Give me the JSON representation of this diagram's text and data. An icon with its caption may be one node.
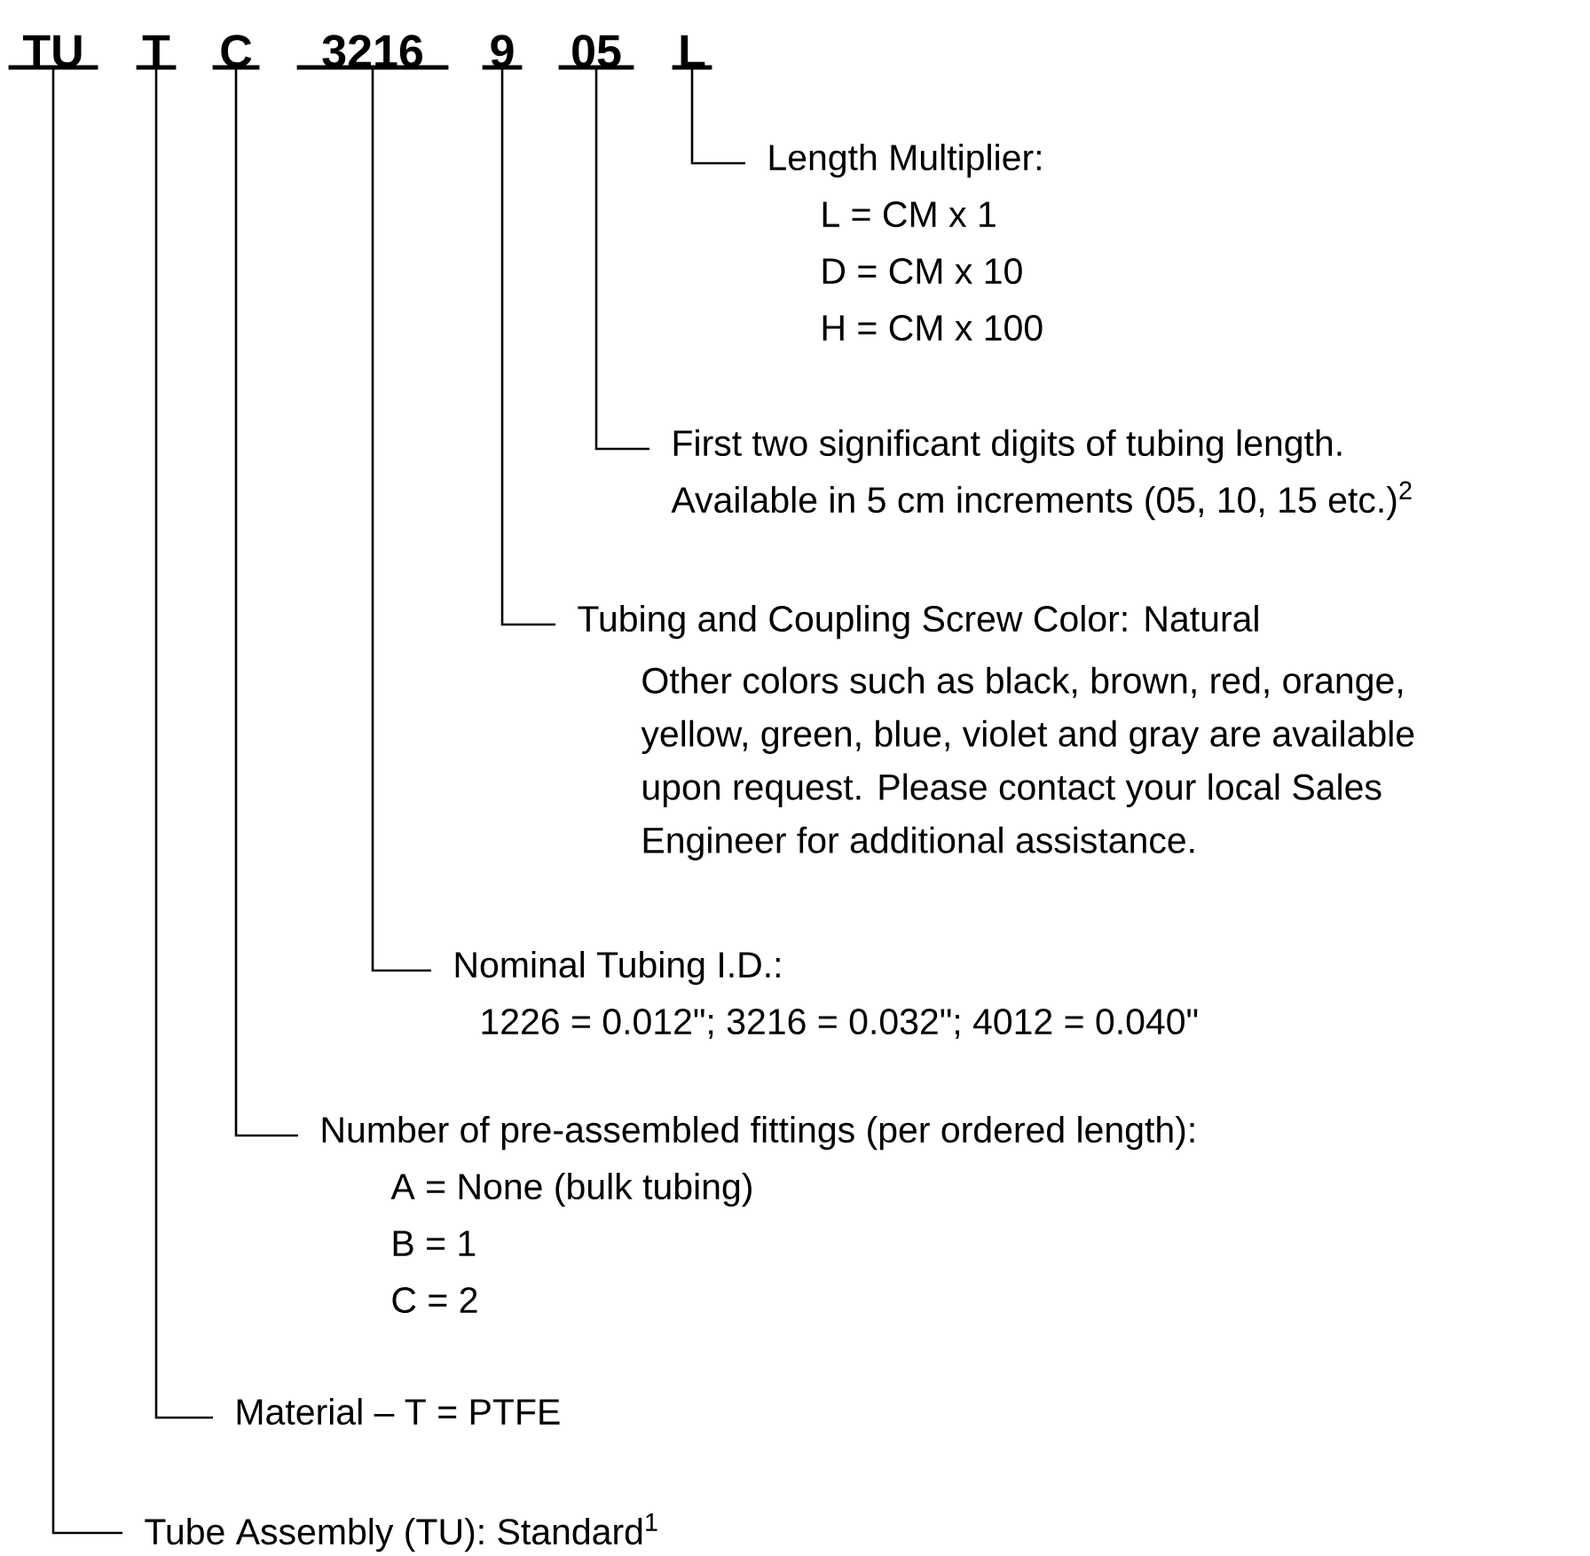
{
  "diagram": {
    "nodes": [
      {
        "text": [
          "TU"
        ]
      },
      {
        "text": [
          "T"
        ]
      },
      {
        "text": [
          "C"
        ]
      },
      {
        "text": [
          "3216"
        ]
      },
      {
        "text": [
          "9"
        ]
      },
      {
        "text": [
          "05"
        ]
      },
      {
        "text": [
          "L"
        ]
      },
      {
        "text": [
          "Length Multiplier:",
          "L = CM x 1",
          "D = CM x 10",
          "H = CM x 100"
        ]
      },
      {
        "text": [
          "First two significant digits of tubing length.",
          "Available in 5 cm increments (05, 10, 15 etc.)$^{2}$"
        ]
      },
      {
        "text": [
          "Tubing and Coupling Screw Color: Natural",
          "Other colors such as black, brown, red, orange, yellow, green, blue, violet and gray are available upon request. Please contact your local Sales Engineer for additional assistance."
        ]
      },
      {
        "text": [
          "Nominal Tubing I.D.:",
          "1226 = 0.012\";  3216 = 0.032\";  4012 = 0.040\""
        ]
      },
      {
        "text": [
          "Number of pre-assembled fittings (per ordered length):",
          "A = None (bulk tubing)",
          "B = 1",
          "C = 2"
        ]
      },
      {
        "text": [
          "Material – T = PTFE"
        ]
      },
      {
        "text": [
          "Tube Assembly (TU): Standard$^{1}$"
        ]
      }
    ],
    "edges": [
      {
        "from": 6,
        "to": 7,
        "arrow": "none"
      },
      {
        "from": 5,
        "to": 8,
        "arrow": "none"
      },
      {
        "from": 4,
        "to": 9,
        "arrow": "none"
      },
      {
        "from": 3,
        "to": 10,
        "arrow": "none"
      },
      {
        "from": 2,
        "to": 11,
        "arrow": "none"
      },
      {
        "from": 1,
        "to": 12,
        "arrow": "none"
      },
      {
        "from": 0,
        "to": 13,
        "arrow": "none"
      }
    ]
  }
}
